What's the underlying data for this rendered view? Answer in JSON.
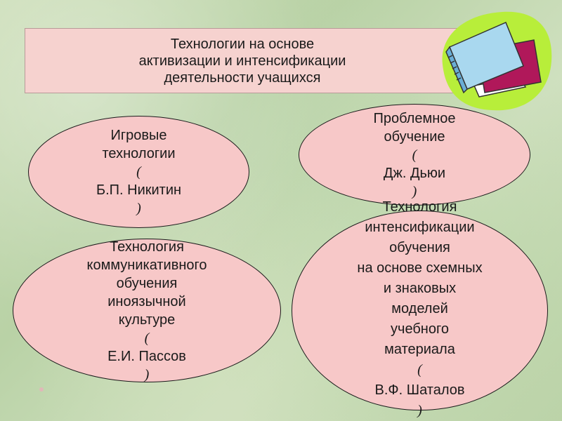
{
  "title": {
    "lines": [
      "Технологии на основе",
      "активизации и интенсификации",
      "деятельности учащихся"
    ]
  },
  "nodes": {
    "game": {
      "lines": [
        "Игровые",
        "технологии"
      ],
      "author": "Б.П. Никитин"
    },
    "problem": {
      "lines": [
        "Проблемное",
        "обучение"
      ],
      "author": "Дж. Дьюи"
    },
    "communicative": {
      "lines": [
        "Технология",
        "коммуникативного",
        "обучения",
        "иноязычной",
        "культуре"
      ],
      "author": "Е.И. Пассов"
    },
    "intensification": {
      "lines": [
        "Технология",
        "интенсификации",
        "обучения",
        "на основе схемных",
        "и знаковых",
        "моделей",
        "учебного",
        "материала"
      ],
      "author": "В.Ф. Шаталов"
    }
  },
  "colors": {
    "box_fill": "#f6d2cf",
    "ellipse_fill": "#f7c8c8",
    "background": "#c9dcb4"
  },
  "icons": [
    "books-clipart-icon"
  ]
}
